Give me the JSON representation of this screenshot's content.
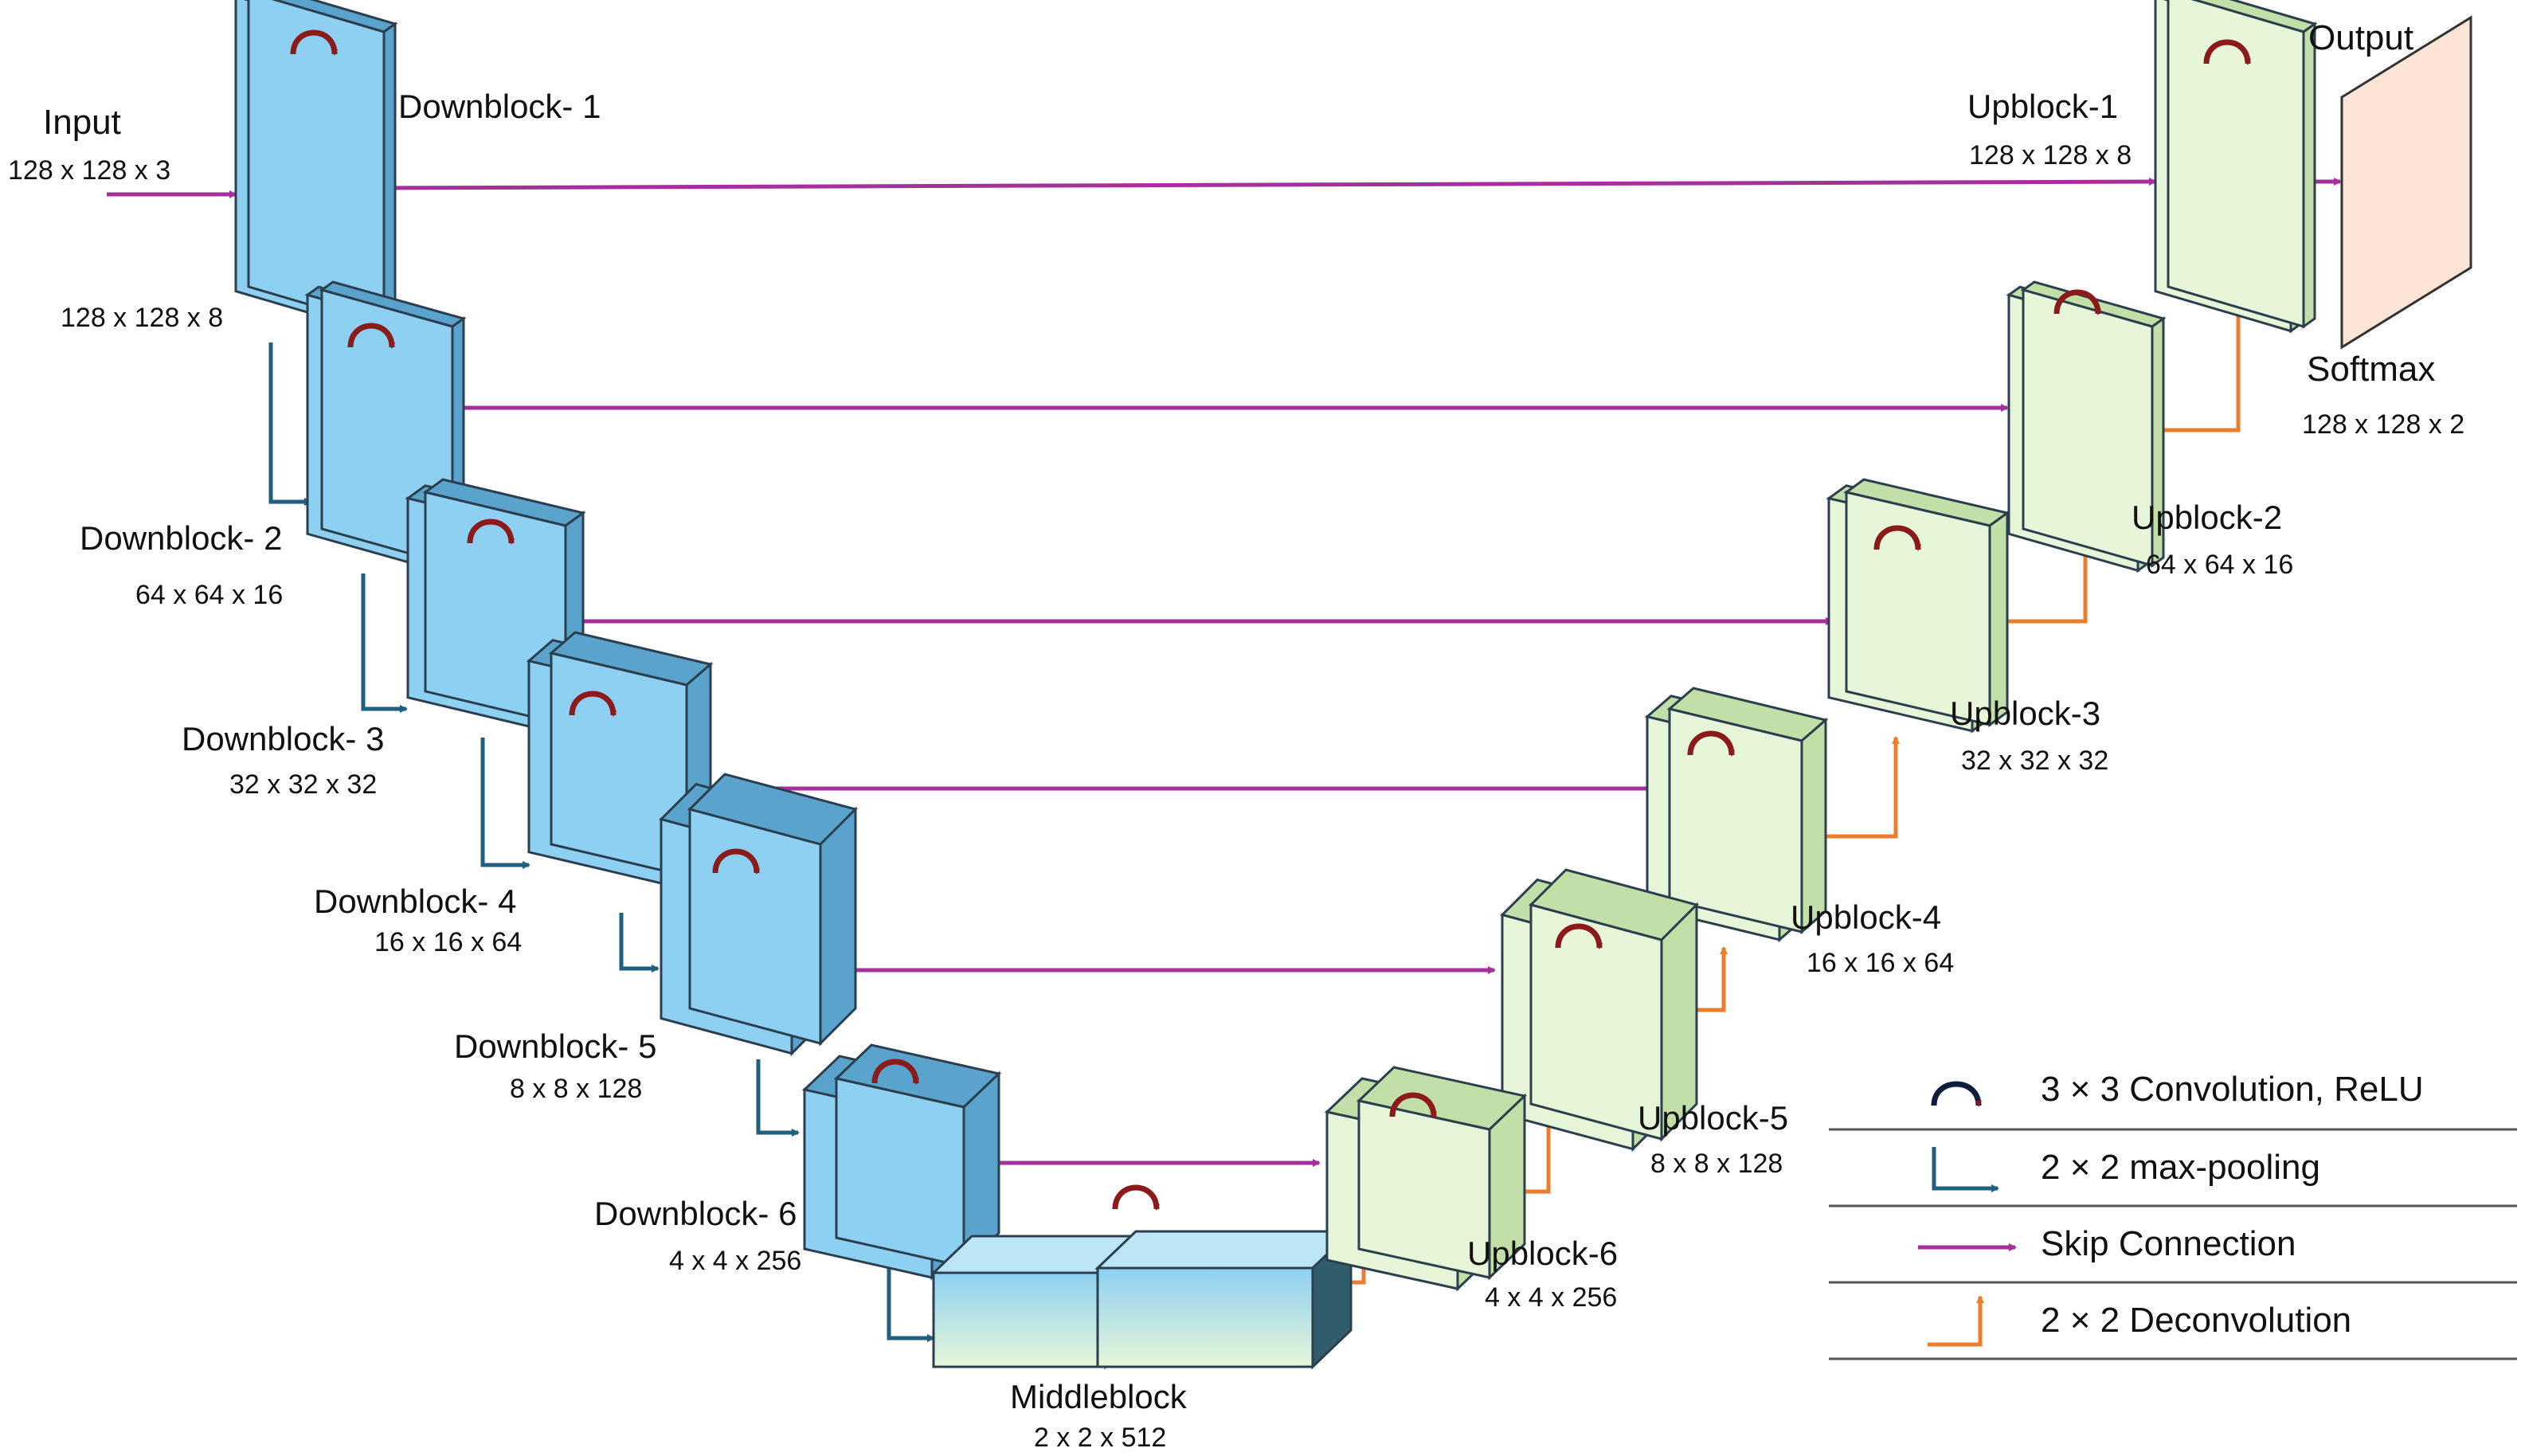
{
  "input": {
    "label": "Input",
    "size": "128 x 128 x 3"
  },
  "output": {
    "label": "Output",
    "layer": "Softmax",
    "size": "128 x 128 x 2"
  },
  "downblocks": [
    {
      "label": "Downblock- 1",
      "size": "128 x 128 x 8"
    },
    {
      "label": "Downblock- 2",
      "size": "64 x 64 x 16"
    },
    {
      "label": "Downblock- 3",
      "size": "32 x 32 x 32"
    },
    {
      "label": "Downblock- 4",
      "size": "16 x 16 x 64"
    },
    {
      "label": "Downblock- 5",
      "size": "8 x 8 x 128"
    },
    {
      "label": "Downblock- 6",
      "size": "4 x 4 x 256"
    }
  ],
  "middleblock": {
    "label": "Middleblock",
    "size": "2 x 2 x 512"
  },
  "upblocks": [
    {
      "label": "Upblock-1",
      "size": "128 x 128 x 8"
    },
    {
      "label": "Upblock-2",
      "size": "64 x 64 x 16"
    },
    {
      "label": "Upblock-3",
      "size": "32 x 32 x 32"
    },
    {
      "label": "Upblock-4",
      "size": "16 x 16 x 64"
    },
    {
      "label": "Upblock-5",
      "size": "8 x 8 x 128"
    },
    {
      "label": "Upblock-6",
      "size": "4 x 4 x 256"
    }
  ],
  "legend": [
    {
      "icon": "curved-arrow-icon",
      "label": "3 × 3 Convolution, ReLU"
    },
    {
      "icon": "elbow-arrow-icon",
      "label": "2 × 2 max-pooling"
    },
    {
      "icon": "straight-arrow-icon",
      "label": "Skip Connection"
    },
    {
      "icon": "up-elbow-arrow-icon",
      "label": "2 × 2 Deconvolution"
    }
  ],
  "colors": {
    "skip": "#A5309B",
    "pool": "#1F5F80",
    "deconv": "#EB7D2D",
    "conv_arrow": "#8B1A1A",
    "down_face": "#8DD0F2",
    "down_dark": "#5AA3CD",
    "up_face": "#E7F6D8",
    "up_dark": "#C3DFA8",
    "output_face": "#FCE4D6",
    "outline": "#2B3F4F"
  }
}
